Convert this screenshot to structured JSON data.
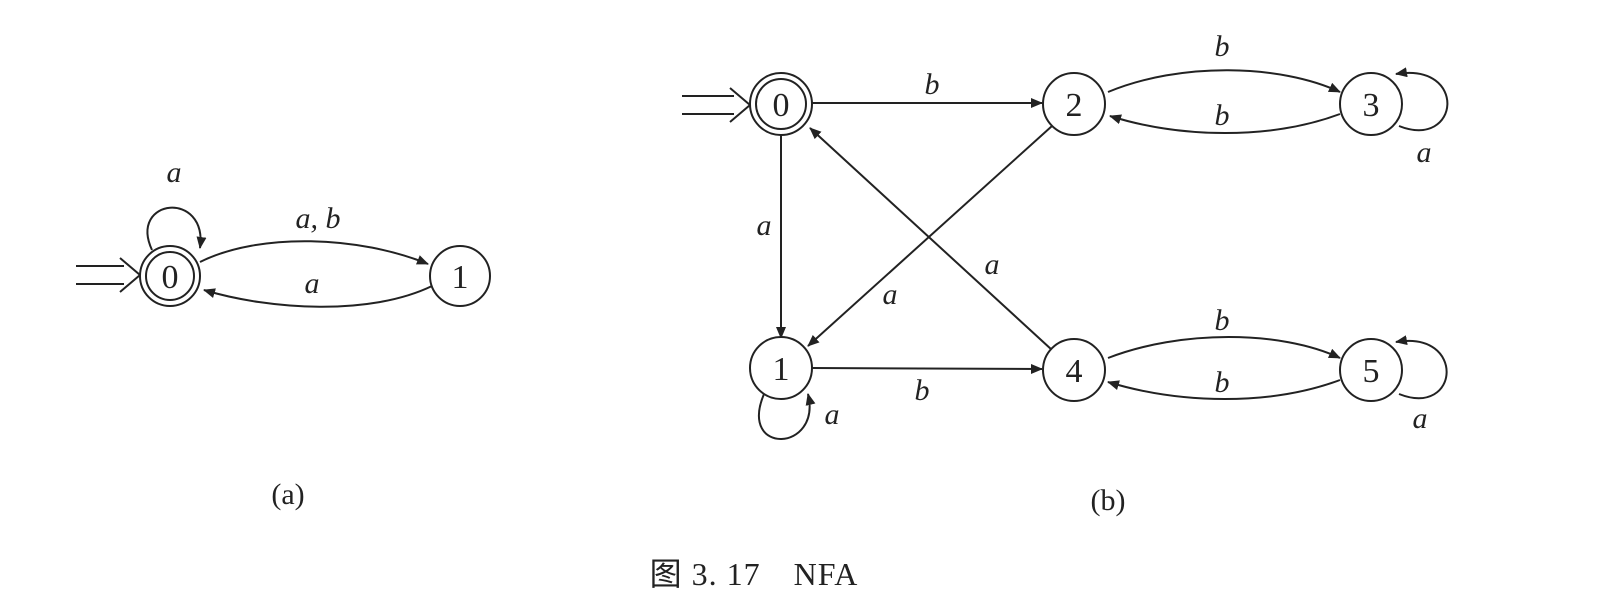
{
  "figure_a": {
    "sub_label": "(a)",
    "states": [
      {
        "id": "0",
        "label": "0",
        "accepting": true,
        "start": true
      },
      {
        "id": "1",
        "label": "1",
        "accepting": false,
        "start": false
      }
    ],
    "transitions": [
      {
        "from": "0",
        "to": "0",
        "label": "a"
      },
      {
        "from": "0",
        "to": "1",
        "label": "a, b"
      },
      {
        "from": "1",
        "to": "0",
        "label": "a"
      }
    ]
  },
  "figure_b": {
    "sub_label": "(b)",
    "states": [
      {
        "id": "0",
        "label": "0",
        "accepting": true,
        "start": true
      },
      {
        "id": "1",
        "label": "1",
        "accepting": false,
        "start": false
      },
      {
        "id": "2",
        "label": "2",
        "accepting": false,
        "start": false
      },
      {
        "id": "3",
        "label": "3",
        "accepting": false,
        "start": false
      },
      {
        "id": "4",
        "label": "4",
        "accepting": false,
        "start": false
      },
      {
        "id": "5",
        "label": "5",
        "accepting": false,
        "start": false
      }
    ],
    "transitions": [
      {
        "from": "0",
        "to": "2",
        "label": "b"
      },
      {
        "from": "0",
        "to": "1",
        "label": "a"
      },
      {
        "from": "2",
        "to": "3",
        "label": "b"
      },
      {
        "from": "3",
        "to": "2",
        "label": "b"
      },
      {
        "from": "3",
        "to": "3",
        "label": "a"
      },
      {
        "from": "2",
        "to": "1",
        "label": "a"
      },
      {
        "from": "4",
        "to": "0",
        "label": "a"
      },
      {
        "from": "1",
        "to": "4",
        "label": "b"
      },
      {
        "from": "1",
        "to": "1",
        "label": "a"
      },
      {
        "from": "4",
        "to": "5",
        "label": "b"
      },
      {
        "from": "5",
        "to": "4",
        "label": "b"
      },
      {
        "from": "5",
        "to": "5",
        "label": "a"
      }
    ]
  },
  "caption": "图 3. 17　NFA"
}
